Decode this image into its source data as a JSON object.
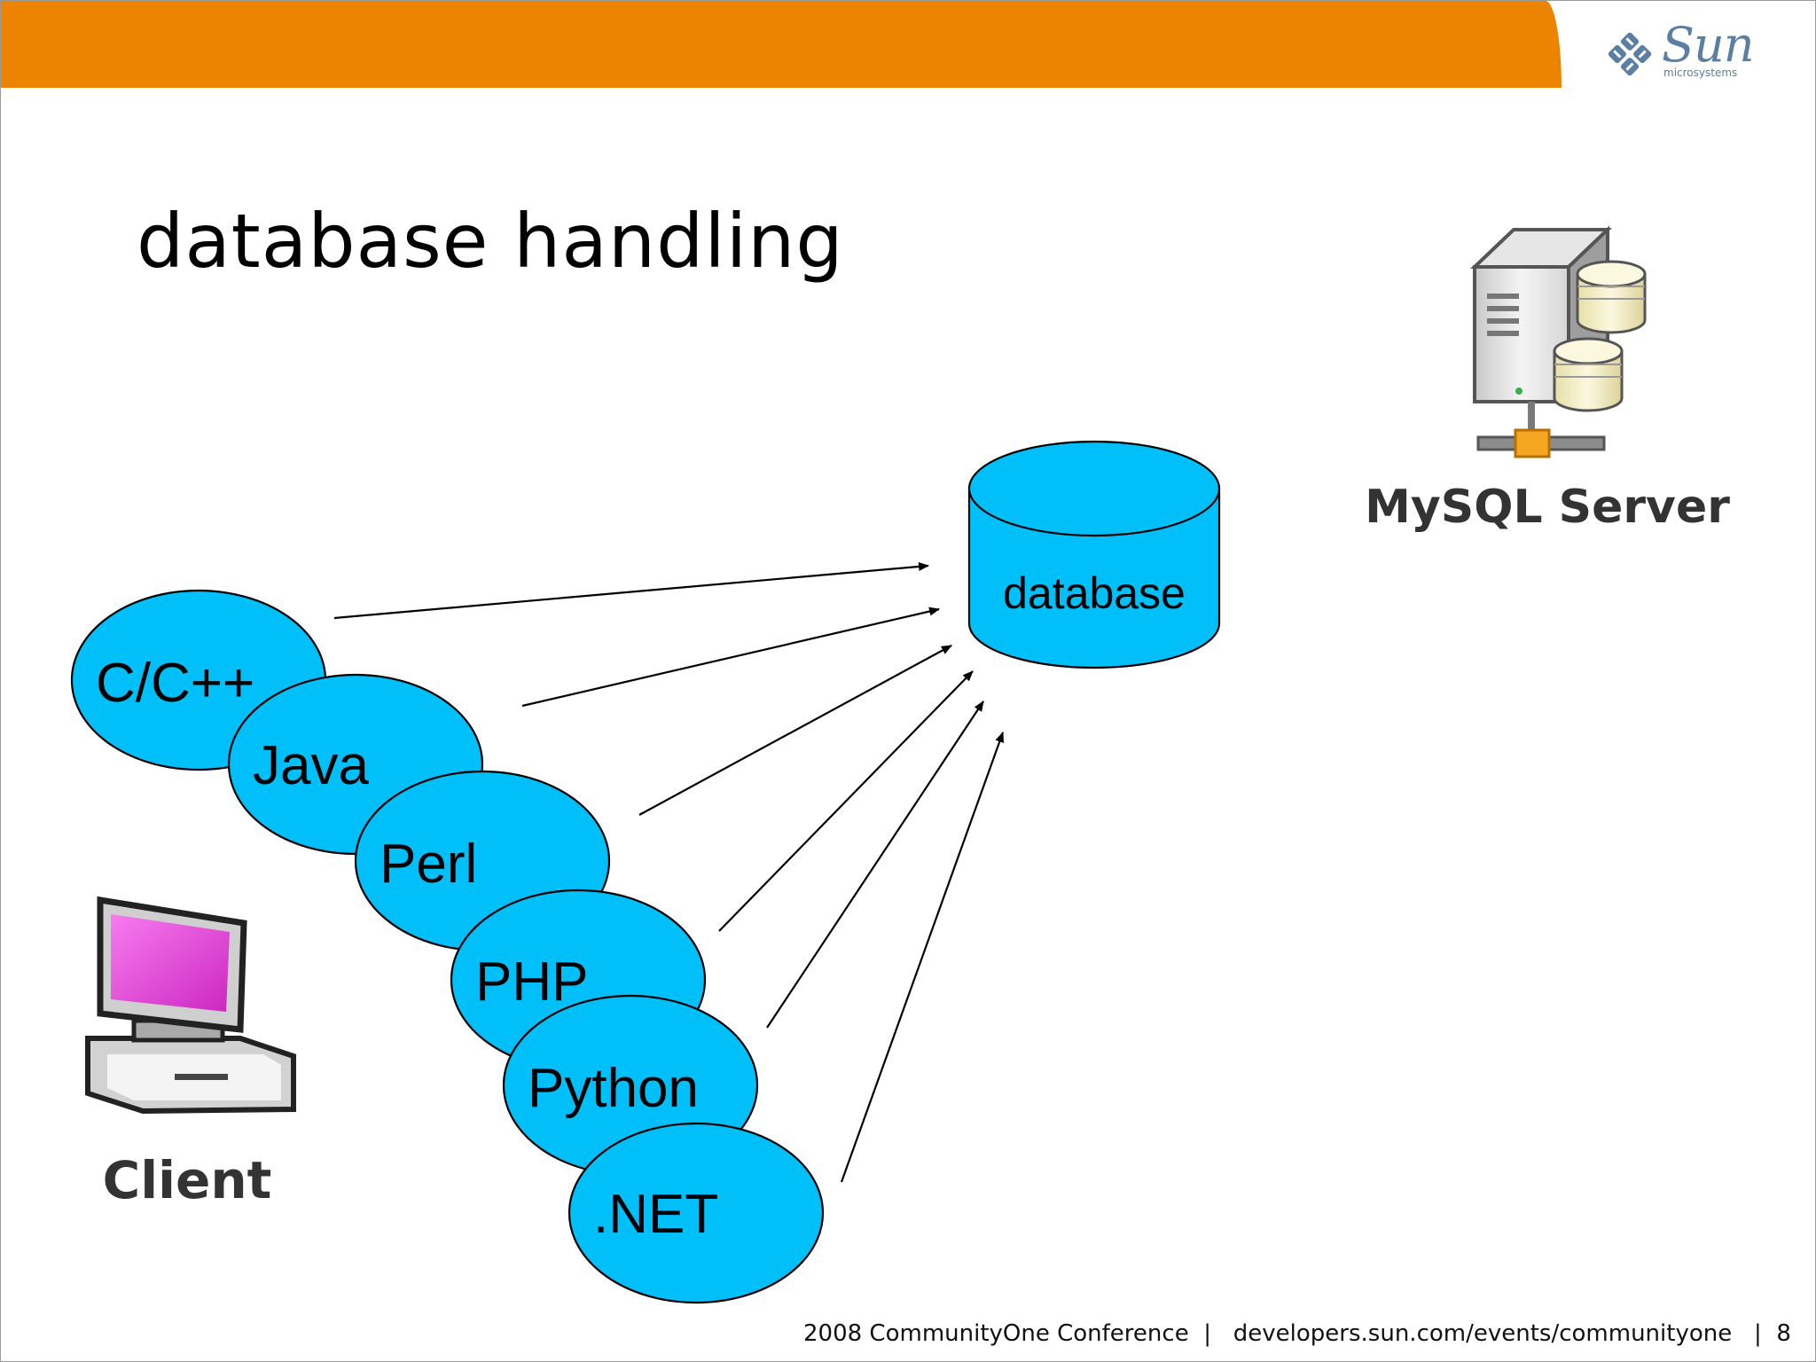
{
  "slide": {
    "title": "database handling",
    "logo": {
      "brand": "Sun",
      "subtitle": "microsystems"
    },
    "footer": {
      "conference": "2008 CommunityOne Conference",
      "url": "developers.sun.com/events/communityone",
      "page_number": "8",
      "separator": "|"
    }
  },
  "diagram": {
    "database_label": "database",
    "languages": [
      "C/C++",
      "Java",
      "Perl",
      "PHP",
      "Python",
      ".NET"
    ],
    "server_label": "MySQL Server",
    "client_label": "Client"
  },
  "colors": {
    "banner": "#ec8402",
    "bubble_fill": "#00bff9",
    "logo_blue": "#5b7fa3",
    "monitor_screen": "#e23fd6"
  },
  "icons": [
    "sun-logo-icon",
    "server-icon",
    "database-stack-icon",
    "client-computer-icon"
  ]
}
